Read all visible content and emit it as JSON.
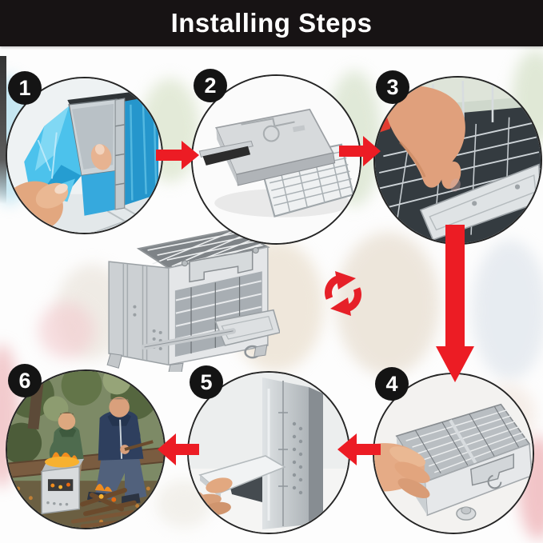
{
  "header": {
    "title": "Installing Steps"
  },
  "colors": {
    "header_bg": "#171314",
    "title_text": "#ffffff",
    "arrow_red": "#ec1c24",
    "badge_bg": "#141414",
    "badge_text": "#ffffff"
  },
  "steps": [
    {
      "number": "1",
      "photo": "peel-protective-film-photo"
    },
    {
      "number": "2",
      "photo": "folded-stove-grill-slide-out-photo"
    },
    {
      "number": "3",
      "photo": "press-inner-grate-photo"
    },
    {
      "number": "4",
      "photo": "slide-top-grill-grate-photo"
    },
    {
      "number": "5",
      "photo": "insert-base-plate-photo"
    },
    {
      "number": "6",
      "photo": "stove-campfire-in-use-photo"
    }
  ],
  "flow_arrows": [
    {
      "from": "1",
      "to": "2",
      "direction": "right"
    },
    {
      "from": "2",
      "to": "3",
      "direction": "right"
    },
    {
      "from": "3",
      "to": "4",
      "direction": "down"
    },
    {
      "from": "4",
      "to": "5",
      "direction": "left"
    },
    {
      "from": "5",
      "to": "6",
      "direction": "left"
    }
  ],
  "center": {
    "product_photo": "assembled-folding-grill-stove-photo",
    "icon": "rotate-arrows-icon"
  }
}
